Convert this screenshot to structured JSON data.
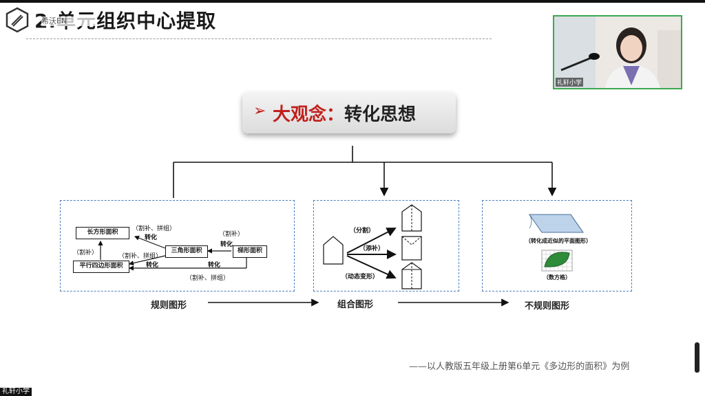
{
  "slide": {
    "title": "2.单元组织中心提取",
    "brand_overlay": "希沃EN"
  },
  "webcam": {
    "label": "礼轩小学"
  },
  "big_idea": {
    "label": "大观念：",
    "value": "转化思想"
  },
  "left_panel": {
    "boxes": [
      "长方形面积",
      "三角形面积",
      "梯形面积",
      "平行四边形面积"
    ],
    "labels": [
      "（割补、拼组）",
      "转化",
      "（割补）",
      "转化",
      "（割补）",
      "（割补、拼组）",
      "转化",
      "转化",
      "（割补、拼组）"
    ]
  },
  "middle_panel": {
    "labels": [
      "（分割）",
      "（添补）",
      "（动态变形）"
    ]
  },
  "right_panel": {
    "labels": [
      "（转化成近似的平面图形）",
      "（数方格）"
    ]
  },
  "categories": [
    "规则图形",
    "组合图形",
    "不规则图形"
  ],
  "footnote": "——以人教版五年级上册第6单元《多边形的面积》为例",
  "corner_tag": "礼轩小学",
  "colors": {
    "accent_red": "#c0201c",
    "panel_border": "#4a7fc2",
    "webcam_border": "#3aa84f",
    "leaf_green": "#2e8b3a",
    "parallelogram": "#bcd3ea"
  }
}
